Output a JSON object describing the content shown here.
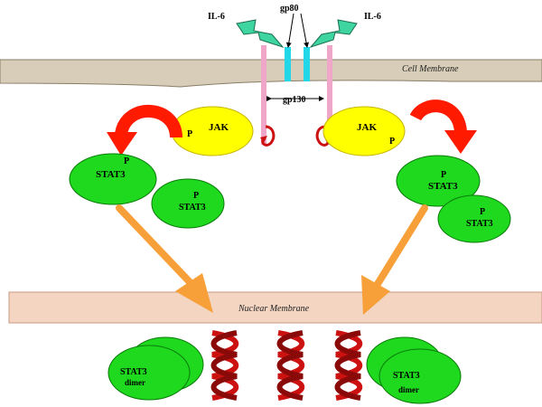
{
  "membranes": {
    "cell": "Cell Membrane",
    "nuclear": "Nuclear Membrane"
  },
  "receptor": {
    "ligand_left": "IL-6",
    "ligand_right": "IL-6",
    "gp80": "gp80",
    "gp130": "gp130"
  },
  "kinases": {
    "left_name": "JAK",
    "left_p": "P",
    "right_name": "JAK",
    "right_p": "P"
  },
  "stat_left": {
    "front_p": "P",
    "front_name": "STAT3",
    "back_p": "P",
    "back_name": "STAT3"
  },
  "stat_right": {
    "front_p": "P",
    "front_name": "STAT3",
    "back_p": "P",
    "back_name": "STAT3"
  },
  "dimers": {
    "left_line1": "STAT3",
    "left_line2": "dimer",
    "right_line1": "STAT3",
    "right_line2": "dimer"
  },
  "colors": {
    "cell_membrane": "#d7cdb8",
    "nuclear_membrane": "#f3d5c2",
    "ligand": "#3fd5a0",
    "gp80": "#22d8e8",
    "gp130": "#f0a6c8",
    "jak": "#ffff00",
    "stat": "#1ed91e",
    "red_arrow": "#ff1a00",
    "orange_arrow": "#f7a03a",
    "dna": "#cc1111"
  }
}
